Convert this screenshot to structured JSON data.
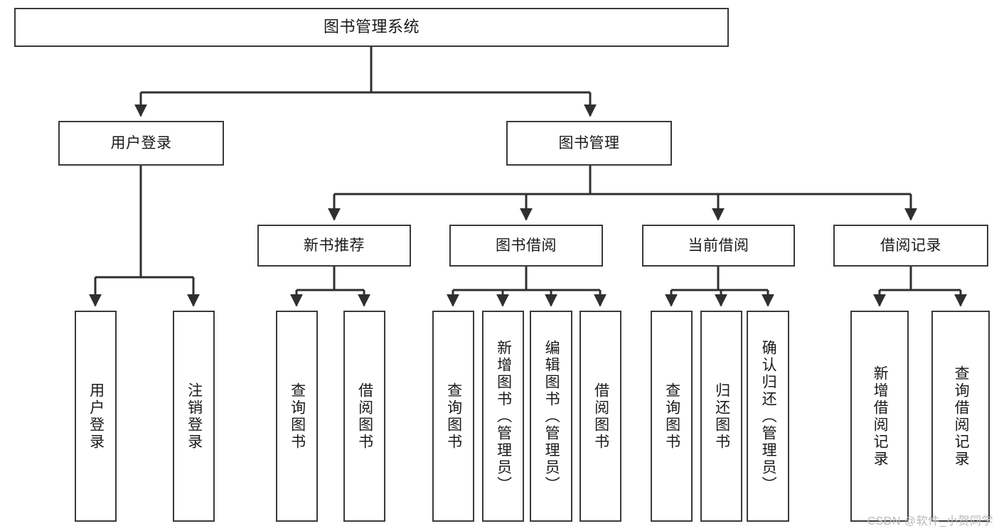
{
  "diagram": {
    "type": "tree-hierarchy",
    "title": "图书管理系统",
    "watermark": "CSDN @软件_小贺同学",
    "colors": {
      "box_border": "#3a3a3a",
      "box_fill": "#ffffff",
      "edge": "#2f2f2f",
      "text": "#1a1a1a",
      "watermark": "#b9b9b9",
      "background": "#ffffff"
    },
    "nodes": {
      "root": {
        "label": "图书管理系统",
        "level": 0,
        "orientation": "horizontal"
      },
      "user_login": {
        "label": "用户登录",
        "level": 1,
        "orientation": "horizontal"
      },
      "book_manage": {
        "label": "图书管理",
        "level": 1,
        "orientation": "horizontal"
      },
      "new_book_rec": {
        "label": "新书推荐",
        "level": 2,
        "orientation": "horizontal"
      },
      "book_borrow": {
        "label": "图书借阅",
        "level": 2,
        "orientation": "horizontal"
      },
      "current_borrow": {
        "label": "当前借阅",
        "level": 2,
        "orientation": "horizontal"
      },
      "borrow_record": {
        "label": "借阅记录",
        "level": 2,
        "orientation": "horizontal"
      },
      "leaf_user_login": {
        "label": "用户登录",
        "level": 3,
        "orientation": "vertical"
      },
      "leaf_logout": {
        "label": "注销登录",
        "level": 3,
        "orientation": "vertical"
      },
      "leaf_query_book_1": {
        "label": "查询图书",
        "level": 3,
        "orientation": "vertical"
      },
      "leaf_borrow_book_1": {
        "label": "借阅图书",
        "level": 3,
        "orientation": "vertical"
      },
      "leaf_query_book_2": {
        "label": "查询图书",
        "level": 3,
        "orientation": "vertical"
      },
      "leaf_add_book": {
        "label": "新增图书（管理员）",
        "level": 3,
        "orientation": "vertical"
      },
      "leaf_edit_book": {
        "label": "编辑图书（管理员）",
        "level": 3,
        "orientation": "vertical"
      },
      "leaf_borrow_book_2": {
        "label": "借阅图书",
        "level": 3,
        "orientation": "vertical"
      },
      "leaf_query_book_3": {
        "label": "查询图书",
        "level": 3,
        "orientation": "vertical"
      },
      "leaf_return_book": {
        "label": "归还图书",
        "level": 3,
        "orientation": "vertical"
      },
      "leaf_confirm_return": {
        "label": "确认归还（管理员）",
        "level": 3,
        "orientation": "vertical"
      },
      "leaf_add_record": {
        "label": "新增借阅记录",
        "level": 3,
        "orientation": "vertical"
      },
      "leaf_query_record": {
        "label": "查询借阅记录",
        "level": 3,
        "orientation": "vertical"
      }
    },
    "edges": [
      {
        "from": "root",
        "to": "user_login"
      },
      {
        "from": "root",
        "to": "book_manage"
      },
      {
        "from": "user_login",
        "to": "leaf_user_login"
      },
      {
        "from": "user_login",
        "to": "leaf_logout"
      },
      {
        "from": "book_manage",
        "to": "new_book_rec"
      },
      {
        "from": "book_manage",
        "to": "book_borrow"
      },
      {
        "from": "book_manage",
        "to": "current_borrow"
      },
      {
        "from": "book_manage",
        "to": "borrow_record"
      },
      {
        "from": "new_book_rec",
        "to": "leaf_query_book_1"
      },
      {
        "from": "new_book_rec",
        "to": "leaf_borrow_book_1"
      },
      {
        "from": "book_borrow",
        "to": "leaf_query_book_2"
      },
      {
        "from": "book_borrow",
        "to": "leaf_add_book"
      },
      {
        "from": "book_borrow",
        "to": "leaf_edit_book"
      },
      {
        "from": "book_borrow",
        "to": "leaf_borrow_book_2"
      },
      {
        "from": "current_borrow",
        "to": "leaf_query_book_3"
      },
      {
        "from": "current_borrow",
        "to": "leaf_return_book"
      },
      {
        "from": "current_borrow",
        "to": "leaf_confirm_return"
      },
      {
        "from": "borrow_record",
        "to": "leaf_add_record"
      },
      {
        "from": "borrow_record",
        "to": "leaf_query_record"
      }
    ]
  }
}
